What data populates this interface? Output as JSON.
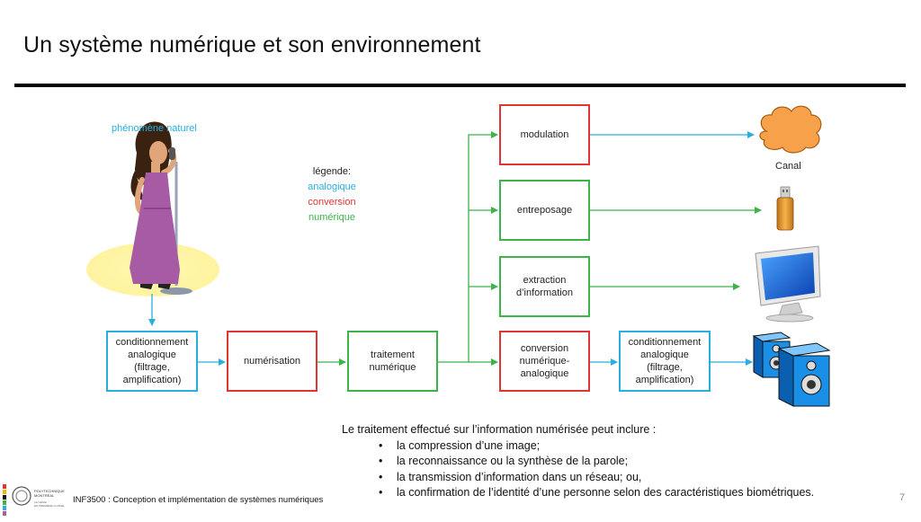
{
  "slide": {
    "title": "Un système numérique et son environnement",
    "page_number": "7",
    "course": "INF3500 : Conception et implémentation de systèmes numériques"
  },
  "diagram": {
    "source_label": "phénomène naturel",
    "legend": {
      "title": "légende:",
      "analog": "analogique",
      "conversion": "conversion",
      "digital": "numérique"
    },
    "boxes": {
      "conditioning_in": "conditionnement\nanalogique\n(filtrage,\namplification)",
      "digitization": "numérisation",
      "processing": "traitement\nnumérique",
      "modulation": "modulation",
      "storage": "entreposage",
      "extraction": "extraction\nd’information",
      "dac": "conversion\nnumérique-\nanalogique",
      "conditioning_out": "conditionnement\nanalogique\n(filtrage,\namplification)"
    },
    "channel_label": "Canal"
  },
  "notes": {
    "intro": "Le traitement effectué sur l’information numérisée peut inclure :",
    "items": [
      "la compression d’une image;",
      "la reconnaissance ou la synthèse de la parole;",
      "la transmission d’information dans un réseau; ou,",
      "la confirmation de l’identité d’une personne selon des caractéristiques biométriques."
    ]
  },
  "logo": {
    "line1": "POLYTECHNIQUE",
    "line2": "MONTRÉAL",
    "line3": "LE GÉNIE",
    "line4": "EN PREMIÈRE CLASSE"
  },
  "colors": {
    "analog": "#2aaee0",
    "conversion": "#e03535",
    "digital": "#3cb44a"
  }
}
